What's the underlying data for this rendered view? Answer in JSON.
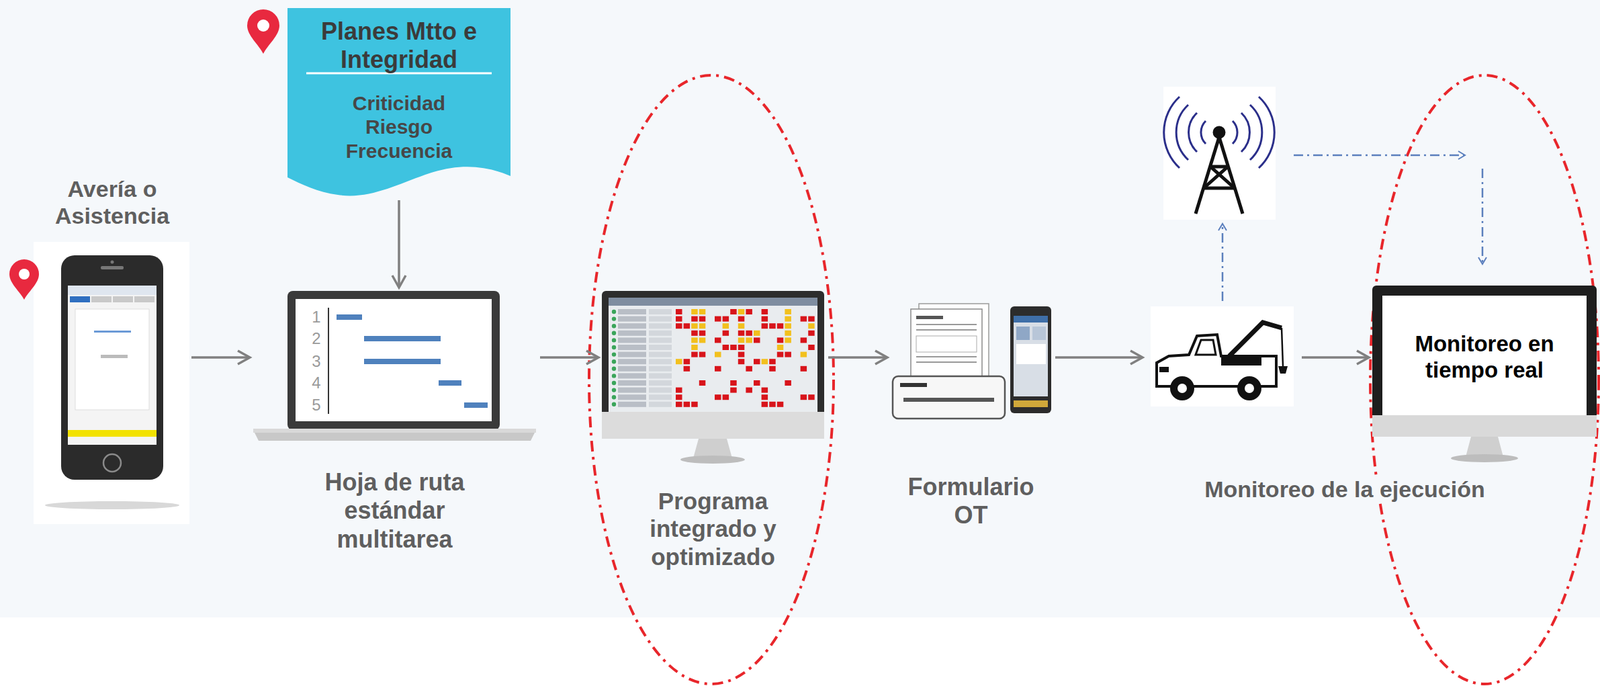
{
  "diagram": {
    "nodes": [
      {
        "text": [
          "Planes Mtto e Integridad",
          "Criticidad Riesgo Frecuencia"
        ]
      },
      {
        "text": [
          "Avería o Asistencia"
        ]
      },
      {
        "text": [
          "Hoja de ruta estándar multitarea"
        ]
      },
      {
        "text": [
          "Programa integrado y optimizado"
        ]
      },
      {
        "text": [
          "Formulario OT"
        ]
      },
      {
        "text": [
          "Monitoreo en tiempo real"
        ]
      }
    ],
    "edges": [
      {
        "from": 1,
        "to": 2,
        "arrow": "to"
      },
      {
        "from": 0,
        "to": 2,
        "arrow": "to"
      },
      {
        "from": 2,
        "to": 3,
        "arrow": "to"
      },
      {
        "from": 3,
        "to": 4,
        "arrow": "to"
      },
      {
        "from": 4,
        "to": 5,
        "arrow": "to"
      }
    ],
    "labels": [
      "1",
      "2",
      "3",
      "4",
      "5",
      "Monitoreo de la ejecución"
    ]
  }
}
